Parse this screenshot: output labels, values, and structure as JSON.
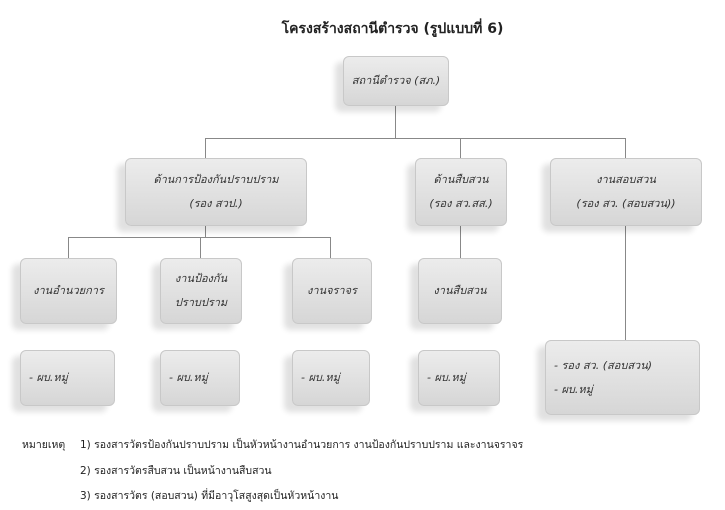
{
  "title": "โครงสร้างสถานีตำรวจ (รูปแบบที่ 6)",
  "root": "สถานีตำรวจ (สภ.)",
  "level2": [
    {
      "line1": "ด้านการป้องกันปราบปราม",
      "line2": "(รอง สวป.)"
    },
    {
      "line1": "ด้านสืบสวน",
      "line2": "(รอง สว.สส.)"
    },
    {
      "line1": "งานสอบสวน",
      "line2": "(รอง สว. (สอบสวน))"
    }
  ],
  "level3": [
    {
      "line1": "งานอำนวยการ",
      "line2": ""
    },
    {
      "line1": "งานป้องกัน",
      "line2": "ปราบปราม"
    },
    {
      "line1": "งานจราจร",
      "line2": ""
    },
    {
      "line1": "งานสืบสวน",
      "line2": ""
    }
  ],
  "level4": [
    "- ผบ.หมู่",
    "- ผบ.หมู่",
    "- ผบ.หมู่",
    "- ผบ.หมู่"
  ],
  "investigation_staff": [
    "- รอง สว. (สอบสวน)",
    "- ผบ.หมู่"
  ],
  "notes": {
    "label": "หมายเหตุ",
    "items": [
      "1) รองสารวัตรป้องกันปราบปราม เป็นหัวหน้างานอำนวยการ งานป้องกันปราบปราม และงานจราจร",
      "2) รองสารวัตรสืบสวน เป็นหน้างานสืบสวน",
      "3) รองสารวัตร (สอบสวน) ที่มีอาวุโสสูงสุดเป็นหัวหน้างาน"
    ]
  }
}
